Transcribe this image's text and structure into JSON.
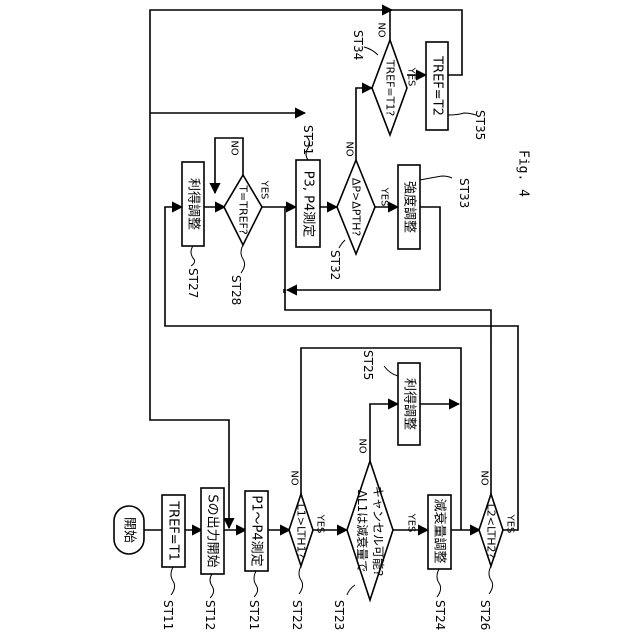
{
  "figure": {
    "title": "Fig. 4"
  },
  "nodes": {
    "start": {
      "label": "開始"
    },
    "st11": {
      "label": "TREF=T1",
      "tag": "ST11"
    },
    "st12": {
      "label": "Sの出力開始",
      "tag": "ST12"
    },
    "st21": {
      "label": "P1〜P4測定",
      "tag": "ST21"
    },
    "st22": {
      "label": "L1>LTH1?",
      "tag": "ST22"
    },
    "st23": {
      "label": "ΔL1は減衰量で",
      "label2": "キャンセル可能?",
      "tag": "ST23"
    },
    "st24": {
      "label": "減衰量調整",
      "tag": "ST24"
    },
    "st25": {
      "label": "利得調整",
      "tag": "ST25"
    },
    "st26": {
      "label": "L2<LTH2?",
      "tag": "ST26"
    },
    "st27": {
      "label": "利得調整",
      "tag": "ST27"
    },
    "st28": {
      "label": "T=TREF?",
      "tag": "ST28"
    },
    "st31": {
      "label": "P3, P4測定",
      "tag": "ST31"
    },
    "st32": {
      "label": "ΔP>ΔPTH?",
      "tag": "ST32"
    },
    "st33": {
      "label": "強度調整",
      "tag": "ST33"
    },
    "st34": {
      "label": "TREF=T1?",
      "tag": "ST34"
    },
    "st35": {
      "label": "TREF=T2",
      "tag": "ST35"
    }
  },
  "branch_labels": {
    "yes": "YES",
    "no": "NO"
  }
}
